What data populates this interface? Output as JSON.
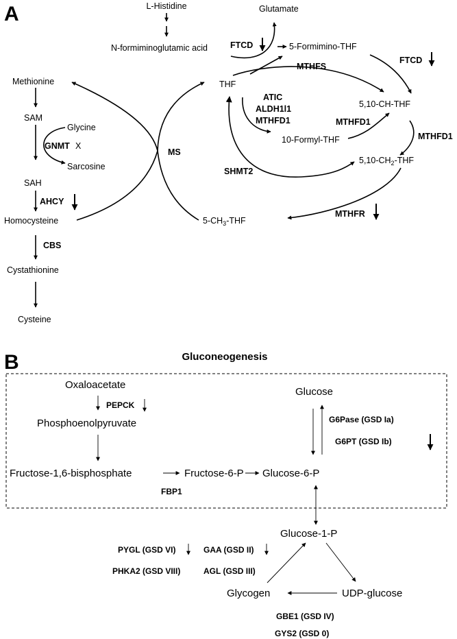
{
  "panel_a": {
    "label": "A",
    "metabolites": {
      "l_histidine": "L-Histidine",
      "formiminoglutamic": "N-formiminoglutamic acid",
      "glutamate": "Glutamate",
      "formimino_thf": "5-Formimino-THF",
      "methionine": "Methionine",
      "thf": "THF",
      "sam": "SAM",
      "glycine": "Glycine",
      "sarcosine": "Sarcosine",
      "sah": "SAH",
      "homocysteine": "Homocysteine",
      "cystathionine": "Cystathionine",
      "cysteine": "Cysteine",
      "methenyl_thf": "5,10-CH-THF",
      "formyl_thf": "10-Formyl-THF",
      "methylene_thf_pre": "5,10-CH",
      "methylene_thf_sub": "2",
      "methylene_thf_post": "-THF",
      "methyl_thf_pre": "5-CH",
      "methyl_thf_sub": "3",
      "methyl_thf_post": "-THF"
    },
    "enzymes": {
      "ftcd1": "FTCD",
      "ftcd2": "FTCD",
      "mthfs": "MTHFS",
      "atic": "ATIC",
      "aldh1l1": "ALDH1l1",
      "mthfd1_a": "MTHFD1",
      "gnmt": "GNMT",
      "gnmt_mark": "X",
      "ms": "MS",
      "mthfd1_b": "MTHFD1",
      "mthfd1_c": "MTHFD1",
      "shmt2": "SHMT2",
      "ahcy": "AHCY",
      "cbs": "CBS",
      "mthfr": "MTHFR"
    }
  },
  "panel_b": {
    "label": "B",
    "title": "Gluconeogenesis",
    "metabolites": {
      "oxaloacetate": "Oxaloacetate",
      "pep": "Phosphoenolpyruvate",
      "glucose": "Glucose",
      "fbp": "Fructose-1,6-bisphosphate",
      "f6p": "Fructose-6-P",
      "g6p": "Glucose-6-P",
      "g1p": "Glucose-1-P",
      "glycogen": "Glycogen",
      "udp_glucose": "UDP-glucose"
    },
    "enzymes": {
      "pepck": "PEPCK",
      "g6pase": "G6Pase (GSD Ia)",
      "g6pt": "G6PT (GSD Ib)",
      "fbp1": "FBP1",
      "pygl": "PYGL (GSD VI)",
      "gaa": "GAA (GSD II)",
      "phka2": "PHKA2 (GSD VIII)",
      "agl": "AGL (GSD III)",
      "gbe1": "GBE1 (GSD IV)",
      "gys2": "GYS2 (GSD 0)"
    }
  }
}
